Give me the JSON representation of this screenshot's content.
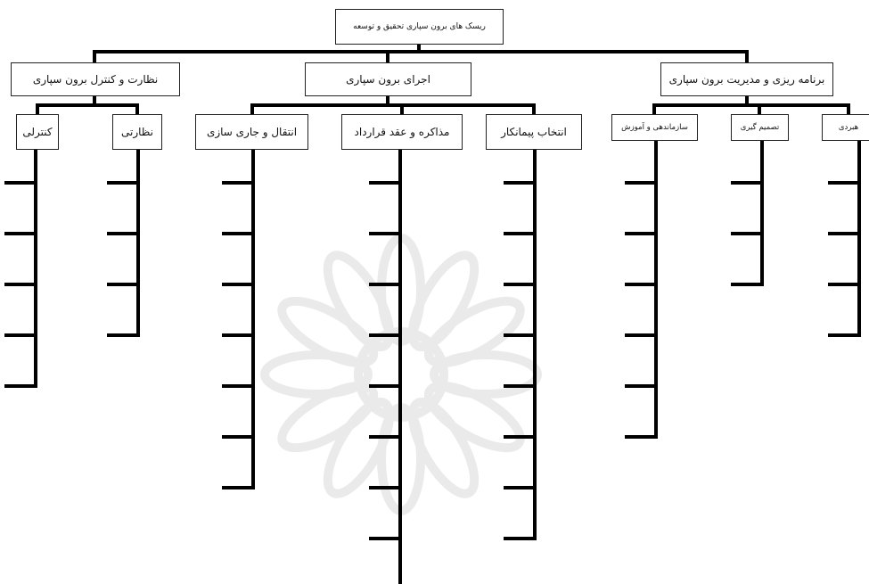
{
  "root": "ریسک های برون سپاری تحقیق و توسعه",
  "categories": [
    {
      "label": "نظارت و کنترل  برون سپاری",
      "subs": [
        {
          "label": "کنترلی",
          "empty_slots": 5
        },
        {
          "label": "نظارتی",
          "empty_slots": 4
        }
      ]
    },
    {
      "label": "اجرای برون سپاری",
      "subs": [
        {
          "label": "انتقال و جاری سازی",
          "empty_slots": 7
        },
        {
          "label": "مذاکره و عقد قرارداد",
          "empty_slots": 9
        },
        {
          "label": "انتخاب پیمانکار",
          "empty_slots": 8
        }
      ]
    },
    {
      "label": "برنامه ریزی و مدیریت برون سپاری",
      "subs": [
        {
          "label": "سازماندهی و آموزش",
          "empty_slots": 6
        },
        {
          "label": "تصمیم گیری",
          "empty_slots": 3
        },
        {
          "label": "هبردی",
          "empty_slots": 4
        }
      ]
    }
  ],
  "colors": {
    "line": "#000000",
    "watermark": "#d9d9d9"
  }
}
